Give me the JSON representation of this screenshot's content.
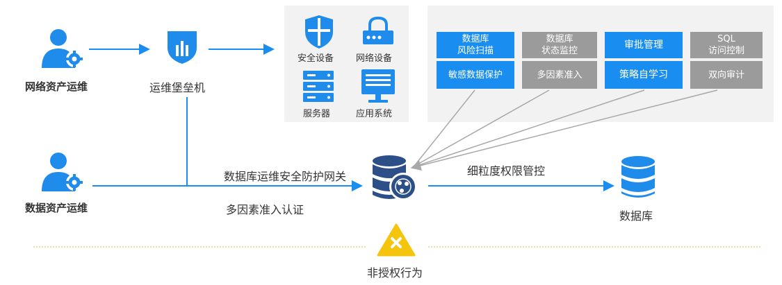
{
  "actors": {
    "network_ops": "网络资产运维",
    "database_ops": "数据资产运维",
    "bastion": "运维堡垒机"
  },
  "devices": {
    "security": "安全设备",
    "network": "网络设备",
    "server": "服务器",
    "app": "应用系统"
  },
  "features": {
    "db_risk_scan": [
      "数据库",
      "风险扫描"
    ],
    "db_status_monitor": [
      "数据库",
      "状态监控"
    ],
    "approval": "审批管理",
    "sql_access": [
      "SQL",
      "访问控制"
    ],
    "sensitive_protect": "敏感数据保护",
    "mfa_access": "多因素准入",
    "policy_learning": "策略自学习",
    "bidirectional_audit": "双向审计"
  },
  "gateway": {
    "name": "数据库运维安全防护网关",
    "mfa_auth": "多因素准入认证",
    "fine_grained": "细粒度权限管控",
    "database": "数据库"
  },
  "warning": "非授权行为",
  "colors": {
    "primary": "#1a8ef0",
    "icon_blue": "#1f8cec",
    "navy": "#2b4f86",
    "gray_box": "#9b9b9b",
    "panel": "#f2f2f2",
    "warning": "#f5c40d"
  }
}
